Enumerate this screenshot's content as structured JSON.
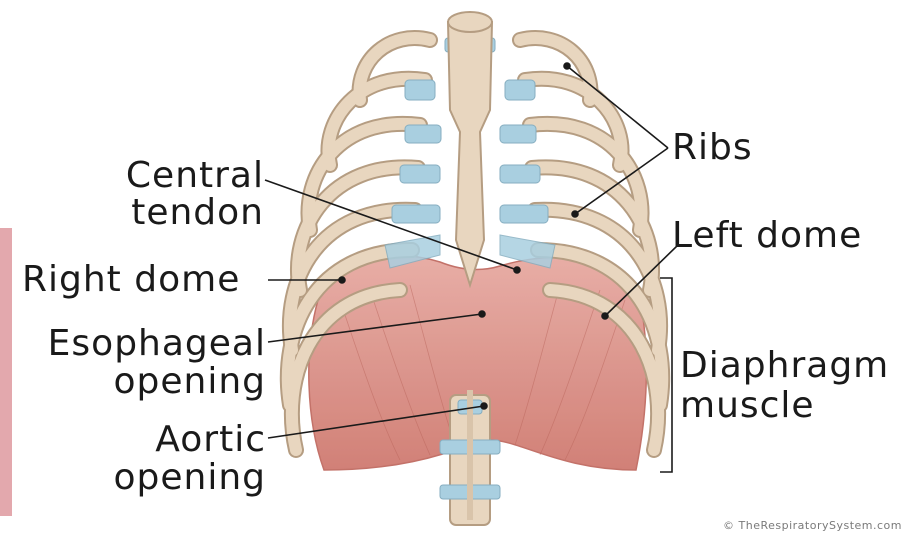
{
  "labels": {
    "ribs": "Ribs",
    "central_tendon_1": "Central",
    "central_tendon_2": "tendon",
    "left_dome": "Left dome",
    "right_dome": "Right dome",
    "esophageal_1": "Esophageal",
    "esophageal_2": "opening",
    "diaphragm_1": "Diaphragm",
    "diaphragm_2": "muscle",
    "aortic_1": "Aortic",
    "aortic_2": "opening"
  },
  "copyright": "© TheRespiratorySystem.com",
  "colors": {
    "bone": "#e6d3bc",
    "bone_stroke": "#b59d82",
    "cartilage": "#a9cfe0",
    "muscle": "#d27d74",
    "muscle_light": "#e9aba3",
    "leader_line": "#1a1a1a"
  }
}
